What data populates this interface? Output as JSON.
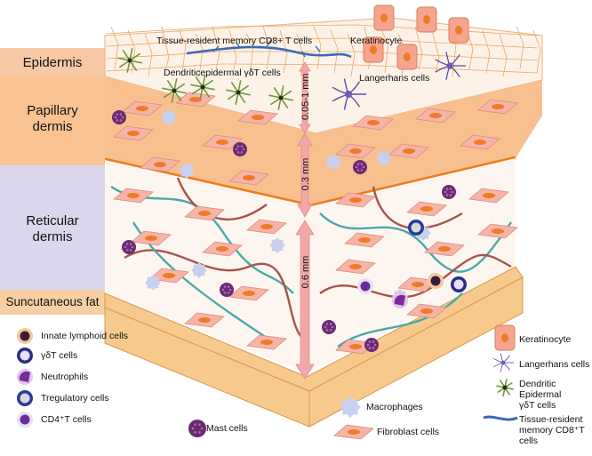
{
  "layers": {
    "epidermis": "Epidermis",
    "papillary_1": "Papillary",
    "papillary_2": "dermis",
    "reticular_1": "Reticular",
    "reticular_2": "dermis",
    "subcutaneous": "Suncutaneous fat"
  },
  "callouts": {
    "trm": "Tissue-resident memory CD8+ T cells",
    "keratinocyte": "Keratinocyte",
    "dendritic": "Dendriticepidermal γδT cells",
    "langerhans": "Langerhans cells"
  },
  "depths": {
    "d1": "0.05-1 mm",
    "d2": "0.3 mm",
    "d3": "0.6 mm"
  },
  "legend_left": [
    "Innate lymphoid cells",
    "γδT cells",
    "Neutrophils",
    "Tregulatory cells",
    "CD4⁺T cells"
  ],
  "legend_bottom": {
    "mast": "Mast cells",
    "macrophages": "Macrophages",
    "fibroblast": "Fibroblast cells"
  },
  "legend_right": {
    "keratinocyte": "Keratinocyte",
    "langerhans": "Langerhans cells",
    "dendritic_1": "Dendritic",
    "dendritic_2": "Epidermal",
    "dendritic_3": "γδT cells",
    "trm_1": "Tissue-resident",
    "trm_2": "memory CD8⁺T",
    "trm_3": "cells"
  },
  "colors": {
    "epidermis_band": "#f6c9a4",
    "papillary_band": "#f8c293",
    "reticular_band": "#d9d3ea",
    "fat_band": "#f7cfa2",
    "fibroblast": "#f6b4a7",
    "nucleus": "#f07a28",
    "mast": "#6a2a72",
    "macrophage": "#c9cfee",
    "vessel_red": "#a9524a",
    "vessel_teal": "#4ca8a8",
    "basement": "#f07a1c",
    "arrow": "#f3a7a7",
    "keratinocyte": "#f5a58d"
  }
}
